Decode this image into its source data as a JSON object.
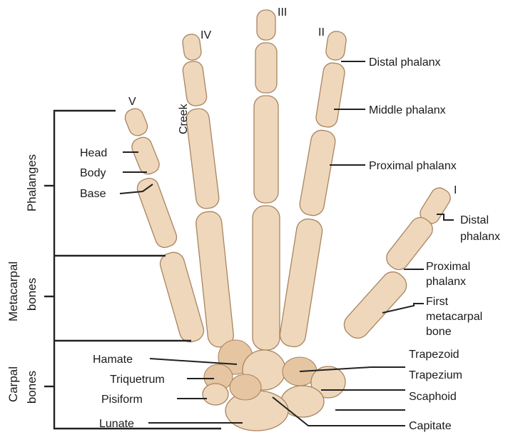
{
  "digits": {
    "i": "I",
    "ii": "II",
    "iii": "III",
    "iv": "IV",
    "v": "V"
  },
  "annotation": "Creek",
  "labels": {
    "distal_phalanx": "Distal phalanx",
    "middle_phalanx": "Middle phalanx",
    "proximal_phalanx": "Proximal phalanx",
    "thumb_distal_1": "Distal",
    "thumb_distal_2": "phalanx",
    "thumb_proximal_1": "Proximal",
    "thumb_proximal_2": "phalanx",
    "first_metacarpal_1": "First",
    "first_metacarpal_2": "metacarpal",
    "first_metacarpal_3": "bone",
    "head": "Head",
    "body": "Body",
    "base": "Base",
    "trapezoid": "Trapezoid",
    "trapezium": "Trapezium",
    "scaphoid": "Scaphoid",
    "capitate": "Capitate",
    "hamate": "Hamate",
    "triquetrum": "Triquetrum",
    "pisiform": "Pisiform",
    "lunate": "Lunate"
  },
  "groups": {
    "phalanges": "Phalanges",
    "metacarpal_1": "Metacarpal",
    "metacarpal_2": "bones",
    "carpal_1": "Carpal",
    "carpal_2": "bones"
  },
  "colors": {
    "bone": "#efd7bb",
    "bone_outline": "#a8845f",
    "line": "#222222"
  }
}
